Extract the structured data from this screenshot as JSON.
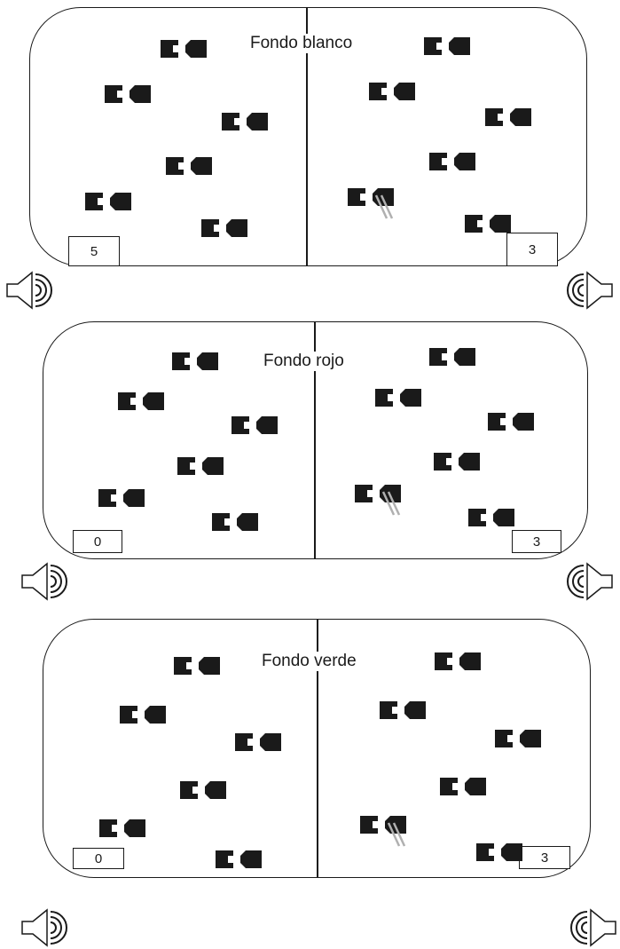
{
  "panels": [
    {
      "title": "Fondo blanco",
      "left_counter": "5",
      "right_counter": "3"
    },
    {
      "title": "Fondo rojo",
      "left_counter": "0",
      "right_counter": "3"
    },
    {
      "title": "Fondo verde",
      "left_counter": "0",
      "right_counter": "3"
    }
  ],
  "icons": {
    "plug": "plug-icon",
    "socket": "socket-icon",
    "speaker": "speaker-icon",
    "spark": "spark-icon"
  },
  "colors": {
    "stroke": "#1a1a1a",
    "spark": "#b0b0b0"
  }
}
